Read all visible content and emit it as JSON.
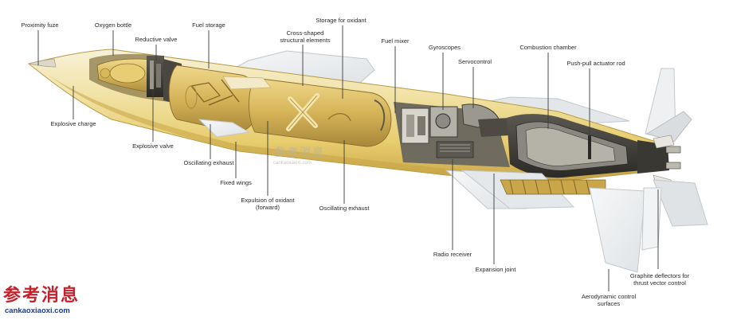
{
  "labels": {
    "proximity_fuze": "Proximity fuze",
    "oxygen_bottle": "Oxygen bottle",
    "reductive_valve": "Reductive valve",
    "fuel_storage": "Fuel storage",
    "cross_shaped_1": "Cross-shaped",
    "cross_shaped_2": "structural elements",
    "storage_for_oxidant": "Storage for oxidant",
    "fuel_mixer": "Fuel mixer",
    "gyroscopes": "Gyroscopes",
    "servocontrol": "Servocontrol",
    "combustion_chamber": "Combustion chamber",
    "push_pull_rod": "Push-pull actuator rod",
    "explosive_charge": "Explosive charge",
    "explosive_valve": "Explosive valve",
    "oscillating_exhaust_1": "Oscillating exhaust",
    "fixed_wings": "Fixed wings",
    "expulsion_1": "Expulsion of oxidant",
    "expulsion_2": "(forward)",
    "oscillating_exhaust_2": "Oscillating exhaust",
    "radio_receiver": "Radio receiver",
    "expansion_joint": "Expansion joint",
    "graphite_1": "Graphite deflectors for",
    "graphite_2": "thrust vector control",
    "aero_1": "Aerodynamic control",
    "aero_2": "surfaces"
  },
  "watermark": {
    "glyphs": [
      "参",
      "考",
      "消",
      "息"
    ],
    "center_site": "cankaoxiaoxi.com",
    "corner_site": "cankaoxiaoxi.com",
    "red": "#c8202a"
  },
  "colors": {
    "body_yellow": "#ead27a",
    "body_shadow": "#c9a94a",
    "interior_dark": "#3c3a34",
    "wing": "#eef0f1"
  }
}
